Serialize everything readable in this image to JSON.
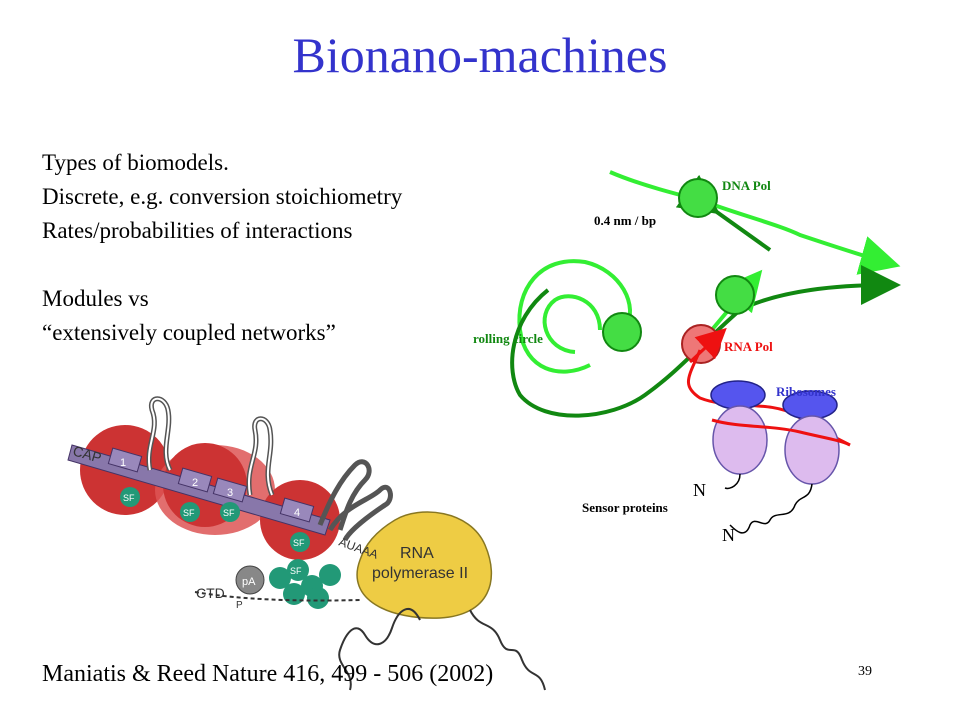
{
  "slide": {
    "title": "Bionano-machines",
    "bullets": [
      "Types of biomodels.",
      "Discrete, e.g. conversion stoichiometry",
      "Rates/probabilities of interactions",
      "",
      "Modules vs",
      "“extensively coupled networks”"
    ],
    "citation": "Maniatis & Reed Nature 416, 499 - 506 (2002)",
    "page_number": "39"
  },
  "right_diagram": {
    "labels": {
      "dna_pol": "DNA Pol",
      "spacing": "0.4 nm / bp",
      "rolling_circle": "rolling circle",
      "rna_pol": "RNA Pol",
      "ribosomes": "Ribosomes",
      "n_terminus_1": "N",
      "sensor_proteins": "Sensor proteins",
      "n_terminus_2": "N"
    },
    "colors": {
      "bright_green": "#33ee33",
      "dark_green": "#118811",
      "red": "#ee1111",
      "blue": "#3333cc",
      "lavender": "#ddbbee"
    }
  },
  "left_diagram": {
    "labels": {
      "cap": "CAP",
      "exon_1": "1",
      "exon_2": "2",
      "exon_3": "3",
      "exon_4": "4",
      "sf_1": "SF",
      "sf_2": "SF",
      "sf_3": "SF",
      "sf_4": "SF",
      "sf_green": "SF",
      "aaaa": "AUAAA",
      "rna": "RNA",
      "polymerase": "polymerase II",
      "ctd": "CTD",
      "pa": "pA",
      "p": "P"
    },
    "colors": {
      "red_blob": "#cc3333",
      "purple_bar": "#8877aa",
      "teal": "#229977",
      "yellow": "#eecc44",
      "gray": "#888888"
    }
  }
}
